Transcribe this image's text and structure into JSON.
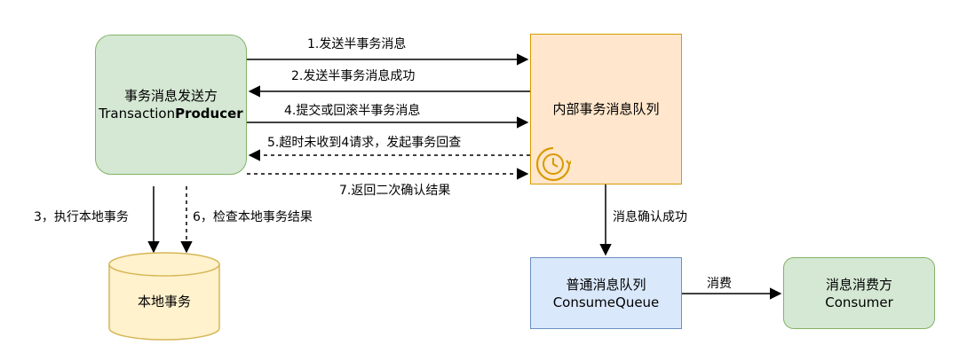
{
  "nodes": {
    "producer": {
      "line1": "事务消息发送方",
      "line2_a": "Transaction",
      "line2_b": "Producer"
    },
    "internal_queue": {
      "label": "内部事务消息队列"
    },
    "normal_queue": {
      "line1": "普通消息队列",
      "line2": "ConsumeQueue"
    },
    "consumer": {
      "line1": "消息消费方",
      "line2": "Consumer"
    },
    "local_db": {
      "label": "本地事务"
    }
  },
  "edges": {
    "e1": "1.发送半事务消息",
    "e2": "2.发送半事务消息成功",
    "e4": "4.提交或回滚半事务消息",
    "e5": "5.超时未收到4请求，发起事务回查",
    "e7": "7.返回二次确认结果",
    "e3": "3，执行本地事务",
    "e6": "6，检查本地事务结果",
    "confirm": "消息确认成功",
    "consume": "消费"
  },
  "colors": {
    "green_fill": "#d5e8d4",
    "green_stroke": "#82b366",
    "orange_fill": "#ffe6cc",
    "orange_stroke": "#d79b00",
    "blue_fill": "#dae8fc",
    "blue_stroke": "#6c8ebf",
    "yellow_fill": "#fff2cc",
    "yellow_stroke": "#d6b656"
  }
}
